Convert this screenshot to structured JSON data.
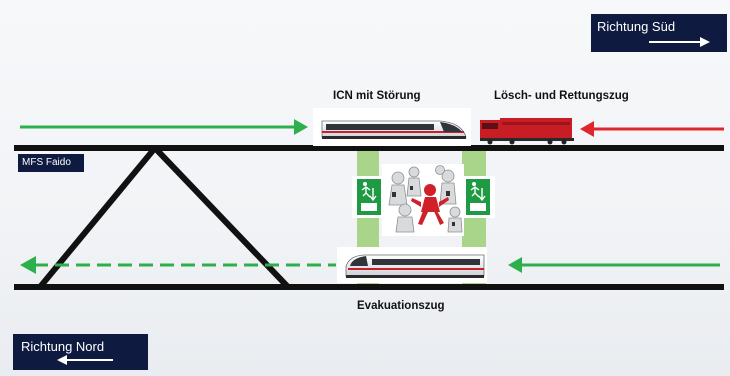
{
  "labels": {
    "richtung_sued": "Richtung Süd",
    "richtung_nord": "Richtung Nord",
    "station": "MFS Faido",
    "train_icn": "ICN mit Störung",
    "train_rescue": "Lösch- und Rettungszug",
    "train_evac": "Evakuationszug"
  },
  "colors": {
    "track": "#111111",
    "box": "#0e1a40",
    "arrow_green": "#2db04b",
    "arrow_red": "#e0262d",
    "passage_green": "#a9d58a",
    "exit_sign": "#1e9a43",
    "rescue_loco": "#c81d25"
  },
  "icons": {
    "exit_sign_left": "emergency-exit-sign-icon",
    "exit_sign_right": "emergency-exit-sign-icon",
    "crowd": "evacuation-crowd-illustration"
  }
}
